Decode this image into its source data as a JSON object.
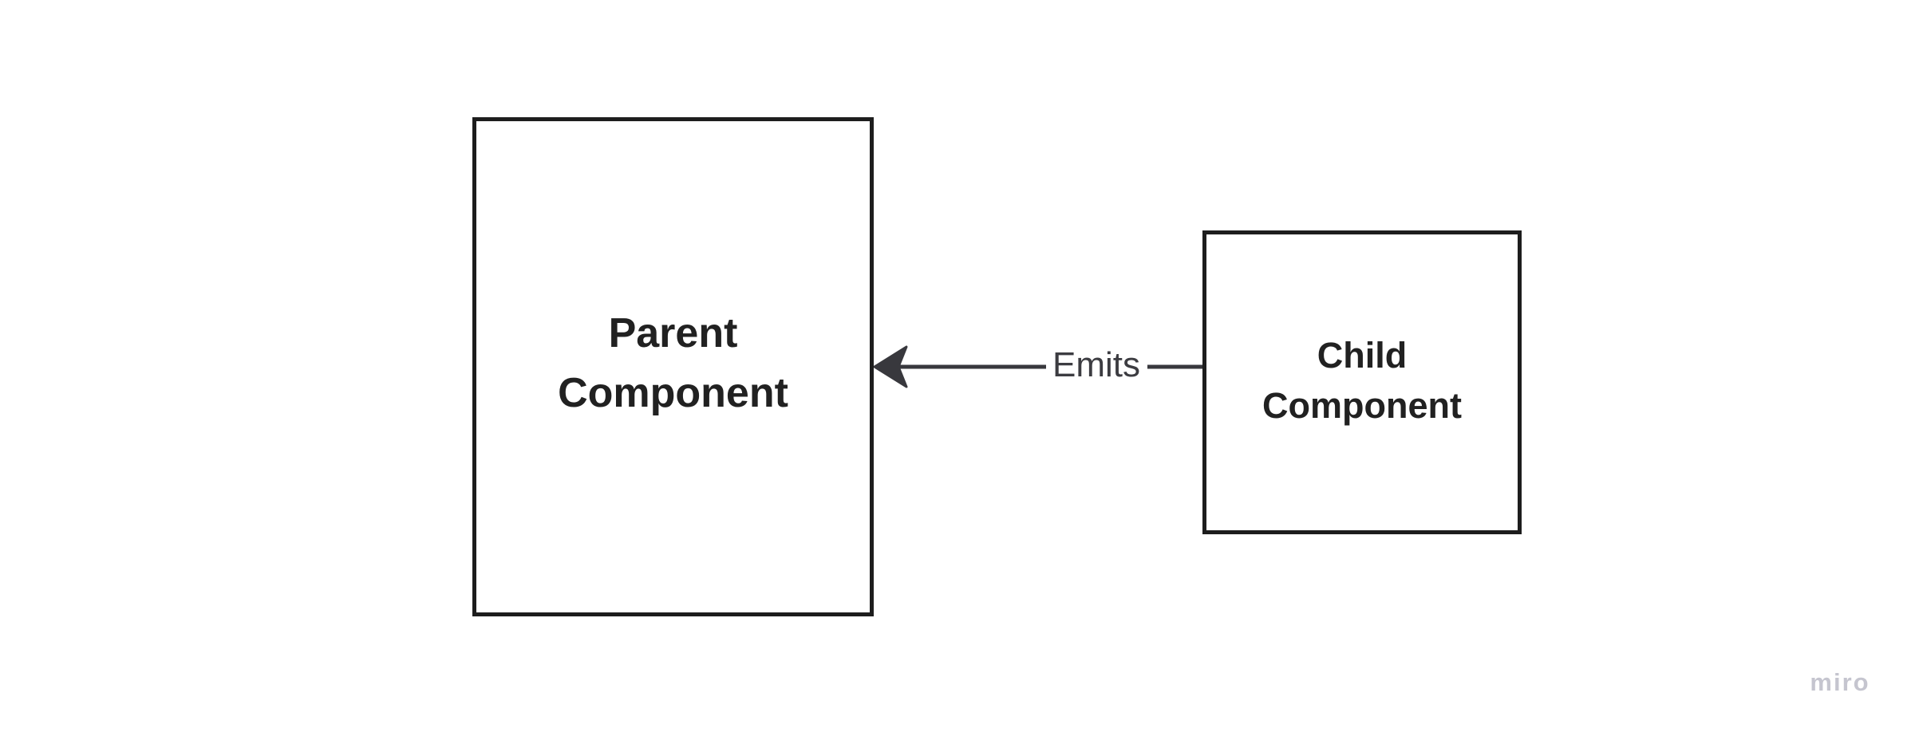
{
  "diagram": {
    "parent_node": {
      "lines": [
        "Parent",
        "Component"
      ]
    },
    "child_node": {
      "lines": [
        "Child",
        "Component"
      ]
    },
    "connector": {
      "label": "Emits",
      "direction": "child-to-parent"
    }
  },
  "watermark": {
    "label": "miro"
  },
  "colors": {
    "background": "#ffffff",
    "node_border": "#1d1d1d",
    "node_fill": "#ffffff",
    "node_text": "#212121",
    "connector": "#38383d",
    "connector_label_text": "#3c3c41",
    "watermark_text": "#c5c5cf"
  }
}
